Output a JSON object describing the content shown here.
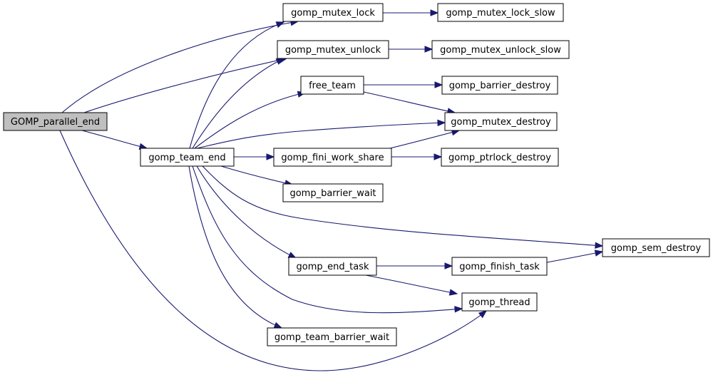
{
  "diagram": {
    "type": "call-graph",
    "nodes": [
      {
        "id": "GOMP_parallel_end",
        "label": "GOMP_parallel_end",
        "highlighted": true
      },
      {
        "id": "gomp_mutex_lock",
        "label": "gomp_mutex_lock"
      },
      {
        "id": "gomp_mutex_lock_slow",
        "label": "gomp_mutex_lock_slow"
      },
      {
        "id": "gomp_mutex_unlock",
        "label": "gomp_mutex_unlock"
      },
      {
        "id": "gomp_mutex_unlock_slow",
        "label": "gomp_mutex_unlock_slow"
      },
      {
        "id": "free_team",
        "label": "free_team"
      },
      {
        "id": "gomp_barrier_destroy",
        "label": "gomp_barrier_destroy"
      },
      {
        "id": "gomp_mutex_destroy",
        "label": "gomp_mutex_destroy"
      },
      {
        "id": "gomp_team_end",
        "label": "gomp_team_end"
      },
      {
        "id": "gomp_fini_work_share",
        "label": "gomp_fini_work_share"
      },
      {
        "id": "gomp_ptrlock_destroy",
        "label": "gomp_ptrlock_destroy"
      },
      {
        "id": "gomp_barrier_wait",
        "label": "gomp_barrier_wait"
      },
      {
        "id": "gomp_sem_destroy",
        "label": "gomp_sem_destroy"
      },
      {
        "id": "gomp_end_task",
        "label": "gomp_end_task"
      },
      {
        "id": "gomp_finish_task",
        "label": "gomp_finish_task"
      },
      {
        "id": "gomp_thread",
        "label": "gomp_thread"
      },
      {
        "id": "gomp_team_barrier_wait",
        "label": "gomp_team_barrier_wait"
      }
    ],
    "edges": [
      {
        "from": "GOMP_parallel_end",
        "to": "gomp_mutex_lock"
      },
      {
        "from": "GOMP_parallel_end",
        "to": "gomp_mutex_unlock"
      },
      {
        "from": "GOMP_parallel_end",
        "to": "gomp_team_end"
      },
      {
        "from": "GOMP_parallel_end",
        "to": "gomp_thread"
      },
      {
        "from": "gomp_mutex_lock",
        "to": "gomp_mutex_lock_slow"
      },
      {
        "from": "gomp_mutex_unlock",
        "to": "gomp_mutex_unlock_slow"
      },
      {
        "from": "free_team",
        "to": "gomp_barrier_destroy"
      },
      {
        "from": "free_team",
        "to": "gomp_mutex_destroy"
      },
      {
        "from": "gomp_team_end",
        "to": "gomp_mutex_lock"
      },
      {
        "from": "gomp_team_end",
        "to": "gomp_mutex_unlock"
      },
      {
        "from": "gomp_team_end",
        "to": "free_team"
      },
      {
        "from": "gomp_team_end",
        "to": "gomp_mutex_destroy"
      },
      {
        "from": "gomp_team_end",
        "to": "gomp_fini_work_share"
      },
      {
        "from": "gomp_team_end",
        "to": "gomp_barrier_wait"
      },
      {
        "from": "gomp_team_end",
        "to": "gomp_sem_destroy"
      },
      {
        "from": "gomp_team_end",
        "to": "gomp_end_task"
      },
      {
        "from": "gomp_team_end",
        "to": "gomp_thread"
      },
      {
        "from": "gomp_team_end",
        "to": "gomp_team_barrier_wait"
      },
      {
        "from": "gomp_fini_work_share",
        "to": "gomp_mutex_destroy"
      },
      {
        "from": "gomp_fini_work_share",
        "to": "gomp_ptrlock_destroy"
      },
      {
        "from": "gomp_end_task",
        "to": "gomp_finish_task"
      },
      {
        "from": "gomp_end_task",
        "to": "gomp_thread"
      },
      {
        "from": "gomp_finish_task",
        "to": "gomp_sem_destroy"
      }
    ],
    "colors": {
      "edge": "#191970",
      "root_fill": "#bfbfbf",
      "node_fill": "#ffffff",
      "node_border": "#000000"
    }
  }
}
